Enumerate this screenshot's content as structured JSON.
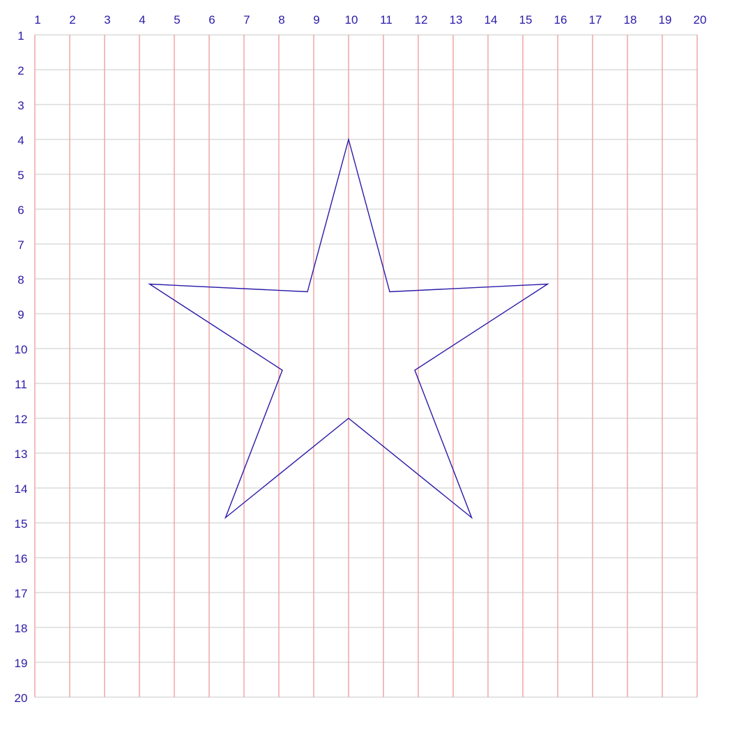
{
  "chart_data": {
    "type": "diagram",
    "grid": {
      "columns": [
        1,
        2,
        3,
        4,
        5,
        6,
        7,
        8,
        9,
        10,
        11,
        12,
        13,
        14,
        15,
        16,
        17,
        18,
        19,
        20
      ],
      "rows": [
        1,
        2,
        3,
        4,
        5,
        6,
        7,
        8,
        9,
        10,
        11,
        12,
        13,
        14,
        15,
        16,
        17,
        18,
        19,
        20
      ],
      "xlim": [
        1,
        20
      ],
      "ylim": [
        1,
        20
      ]
    },
    "shape": {
      "kind": "star-outline",
      "points": [
        {
          "x": 10.0,
          "y": 4.0
        },
        {
          "x": 11.18,
          "y": 8.37
        },
        {
          "x": 15.71,
          "y": 8.15
        },
        {
          "x": 11.9,
          "y": 10.62
        },
        {
          "x": 13.53,
          "y": 14.85
        },
        {
          "x": 10.0,
          "y": 12.0
        },
        {
          "x": 6.47,
          "y": 14.85
        },
        {
          "x": 8.1,
          "y": 10.62
        },
        {
          "x": 4.29,
          "y": 8.15
        },
        {
          "x": 8.82,
          "y": 8.37
        }
      ]
    },
    "colors": {
      "vertical_gridlines": "#f2a6a6",
      "horizontal_gridlines": "#dcdcdc",
      "labels": "#2a1aa8",
      "star_outline": "#2a1aa8"
    }
  }
}
